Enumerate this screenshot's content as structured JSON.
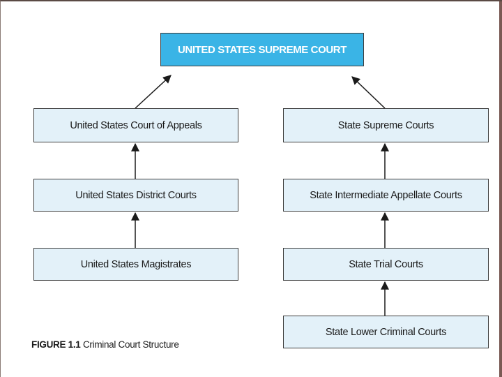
{
  "diagram": {
    "top_box": "UNITED STATES SUPREME COURT",
    "federal": [
      "United States Court of Appeals",
      "United States District Courts",
      "United States Magistrates"
    ],
    "state": [
      "State Supreme Courts",
      "State Intermediate Appellate Courts",
      "State Trial Courts",
      "State Lower Criminal Courts"
    ]
  },
  "caption": {
    "figure_label": "FIGURE 1.1",
    "figure_title": "Criminal Court Structure"
  },
  "colors": {
    "top_box_fill": "#3ab4e6",
    "box_fill": "#e3f1f9",
    "line": "#1a1a1a"
  }
}
